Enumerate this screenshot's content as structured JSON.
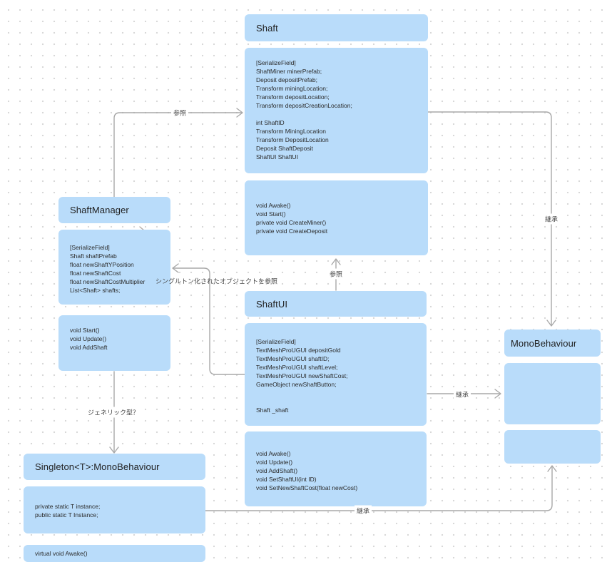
{
  "colors": {
    "box": "#b9dcfa",
    "connector": "#a8a8a8",
    "title_text": "#1f1f1f",
    "body_text": "#2b2b2b",
    "label_text": "#4a4a4a"
  },
  "shaft": {
    "title": "Shaft",
    "fields": [
      "[SerializeField]",
      "ShaftMiner minerPrefab;",
      "Deposit depositPrefab;",
      "Transform miningLocation;",
      "Transform depositLocation;",
      "Transform depositCreationLocation;",
      "",
      "int ShaftID",
      "Transform MiningLocation",
      "Transform DepositLocation",
      "Deposit ShaftDeposit",
      "ShaftUI ShaftUI"
    ],
    "methods": [
      "void Awake()",
      "void Start()",
      "private void CreateMiner()",
      "private void CreateDeposit"
    ]
  },
  "shaft_manager": {
    "title": "ShaftManager",
    "fields": [
      "[SerializeField]",
      "Shaft shaftPrefab",
      "float newShaftYPosition",
      "float newShaftCost",
      "float newShaftCostMultiplier",
      "List<Shaft> shafts;"
    ],
    "methods": [
      "void Start()",
      "void Update()",
      "void AddShaft"
    ]
  },
  "shaft_ui": {
    "title": "ShaftUI",
    "fields": [
      "[SerializeField]",
      "TextMeshProUGUI depositGold",
      "TextMeshProUGUI shaftID;",
      "TextMeshProUGUI shaftLevel;",
      "TextMeshProUGUI newShaftCost;",
      "GameObject newShaftButton;",
      "",
      "",
      "Shaft _shaft"
    ],
    "methods": [
      "void Awake()",
      "void Update()",
      "void AddShaft()",
      "void SetShaftUI(int ID)",
      "void SetNewShaftCost(float newCost)"
    ]
  },
  "mono_behaviour": {
    "title": "MonoBehaviour"
  },
  "singleton": {
    "title": "Singleton<T>:MonoBehaviour",
    "fields": [
      "private static T instance;",
      "public static T Instance;"
    ],
    "methods": [
      "virtual void Awake()"
    ]
  },
  "edge_labels": {
    "ref_manager_to_shaft": "参照",
    "ref_ui_to_shaft": "参照",
    "singleton_ref": "シングルトン化されたオブジェクトを参照",
    "inherit_shaft_mono": "継承",
    "inherit_ui_mono": "継承",
    "inherit_singleton_mono": "継承",
    "generic_note": "ジェネリック型？"
  }
}
